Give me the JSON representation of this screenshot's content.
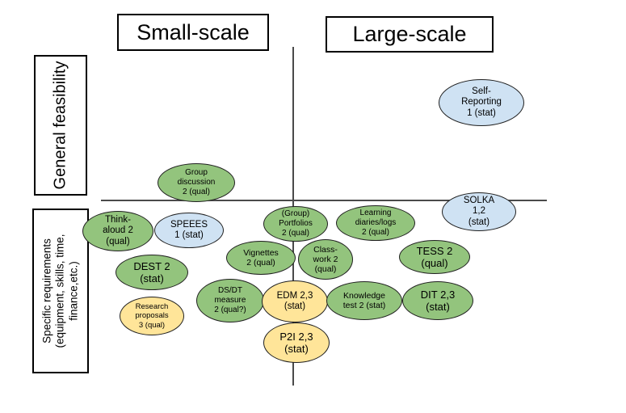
{
  "headers": {
    "small_scale": "Small-scale",
    "large_scale": "Large-scale"
  },
  "axis_labels": {
    "vertical_top": "General feasibility",
    "vertical_bottom": "Specific requirements\n(equipment, skills, time,\nfinance,etc.)"
  },
  "colors": {
    "green_fill": "#93c47d",
    "blue_fill": "#cfe2f3",
    "yellow_fill": "#ffe599",
    "outline": "#1f1f1f",
    "axis_line": "#4a4a4a"
  },
  "nodes": [
    {
      "id": "group-discussion",
      "color": "green",
      "text": "Group\ndiscussion\n2 (qual)"
    },
    {
      "id": "self-reporting",
      "color": "blue",
      "text": "Self-\nReporting\n1 (stat)"
    },
    {
      "id": "think-aloud",
      "color": "green",
      "text": "Think-\naloud 2\n(qual)"
    },
    {
      "id": "speees",
      "color": "blue",
      "text": "SPEEES\n1 (stat)"
    },
    {
      "id": "group-portfolios",
      "color": "green",
      "text": "(Group)\nPortfolios\n2 (qual)"
    },
    {
      "id": "learning-diaries",
      "color": "green",
      "text": "Learning\ndiaries/logs\n2 (qual)"
    },
    {
      "id": "solka",
      "color": "blue",
      "text": "SOLKA\n1,2\n(stat)"
    },
    {
      "id": "dest",
      "color": "green",
      "text": "DEST 2\n(stat)"
    },
    {
      "id": "vignettes",
      "color": "green",
      "text": "Vignettes\n2 (qual)"
    },
    {
      "id": "class-work",
      "color": "green",
      "text": "Class-\nwork 2\n(qual)"
    },
    {
      "id": "tess",
      "color": "green",
      "text": "TESS 2\n(qual)"
    },
    {
      "id": "dsdt-measure",
      "color": "green",
      "text": "DS/DT\nmeasure\n2 (qual?)"
    },
    {
      "id": "edm",
      "color": "yellow",
      "text": "EDM 2,3\n(stat)"
    },
    {
      "id": "knowledge-test",
      "color": "green",
      "text": "Knowledge\ntest 2 (stat)"
    },
    {
      "id": "dit",
      "color": "green",
      "text": "DIT 2,3\n(stat)"
    },
    {
      "id": "research-proposals",
      "color": "yellow",
      "text": "Research\nproposals\n3 (qual)"
    },
    {
      "id": "p2i",
      "color": "yellow",
      "text": "P2I 2,3\n(stat)"
    }
  ]
}
